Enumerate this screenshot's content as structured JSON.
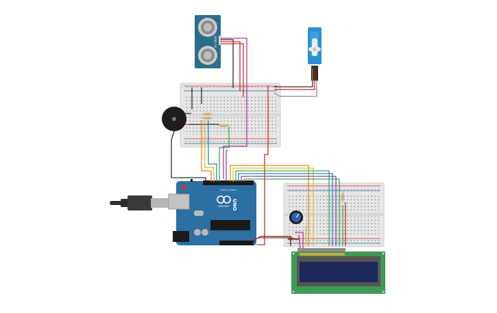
{
  "ultrasonic_sensor": {
    "label": "HC-SR04"
  },
  "arduino": {
    "model_label": "UNO",
    "brand_label": "ARDUINO",
    "digital_header_label": "DIGITAL (PWM~)"
  },
  "colors": {
    "background": "#ffffff",
    "arduino_board": "#2b6fa3",
    "breadboard": "#e6e6e6",
    "lcd_pcb": "#3f9a55",
    "lcd_screen": "#1c2a5a",
    "sensor_pcb": "#2a6f86",
    "servo_body": "#2a8fd6",
    "buzzer": "#1e1e1e",
    "wire_red": "#d22a2a",
    "wire_black": "#2b2b2b",
    "wire_orange": "#e08a1e",
    "wire_yellow": "#d9c21a",
    "wire_green": "#3aa84a",
    "wire_blue": "#2e7fd0",
    "wire_purple": "#8a3fb0",
    "wire_magenta": "#c0309a",
    "wire_gray": "#8c8c8c"
  }
}
